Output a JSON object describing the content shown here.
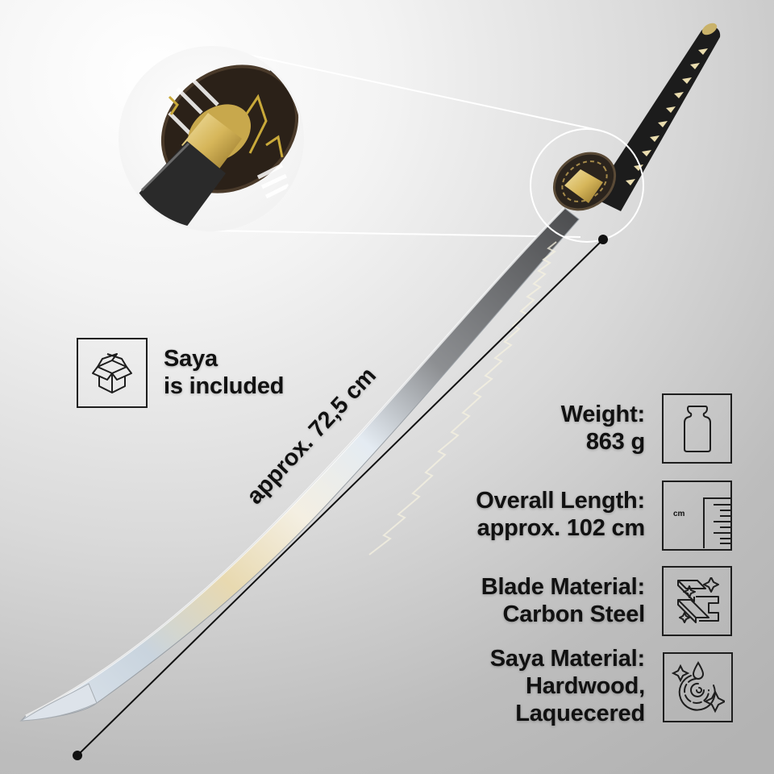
{
  "feature_left": {
    "icon": "open-box-icon",
    "line1": "Saya",
    "line2": "is included"
  },
  "dimension": {
    "label": "approx. 72,5 cm"
  },
  "specs": [
    {
      "icon": "weight-icon",
      "label": "Weight:",
      "value": "863 g"
    },
    {
      "icon": "ruler-icon",
      "icon_text": "cm",
      "label": "Overall Length:",
      "value": "approx. 102 cm"
    },
    {
      "icon": "steel-beam-icon",
      "label": "Blade Material:",
      "value": "Carbon Steel"
    },
    {
      "icon": "wood-rings-icon",
      "label": "Saya Material:",
      "value": "Hardwood,",
      "value2": "Laquecered"
    }
  ],
  "colors": {
    "background_light": "#ffffff",
    "background_dark": "#b3b3b3",
    "text": "#111111",
    "handle_wrap": "#1c1c1c",
    "handle_diamonds": "#e9dcae",
    "habaki_gold": "#d8bb66",
    "blade_steel": "#c9d4dc"
  }
}
